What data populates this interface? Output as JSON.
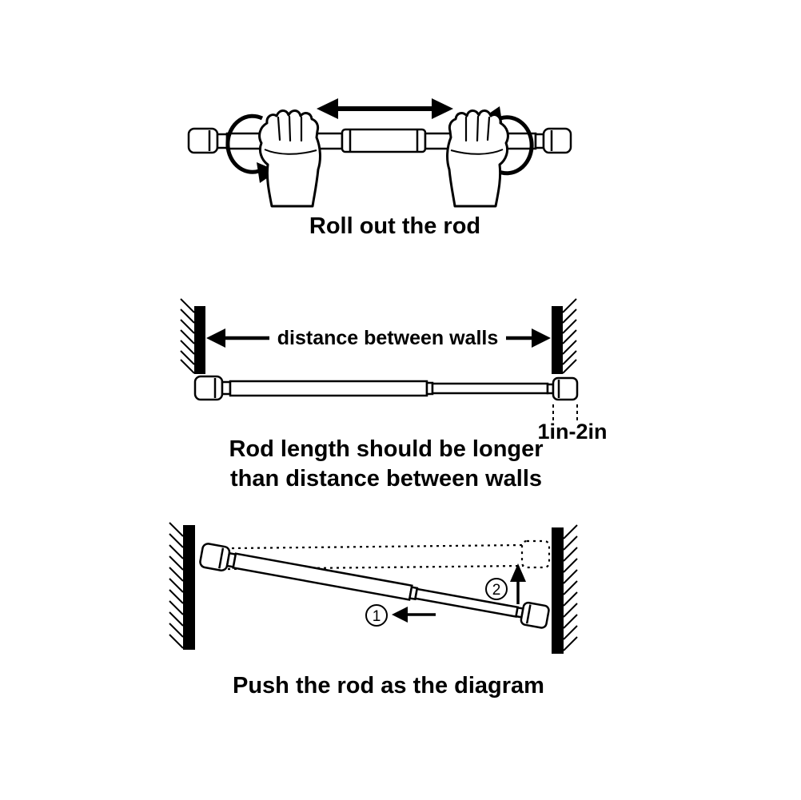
{
  "page": {
    "background": "#ffffff",
    "ink": "#000000"
  },
  "step1": {
    "caption": "Roll out the rod"
  },
  "step2": {
    "distance_label": "distance between walls",
    "overlap_label": "1in-2in",
    "caption_line1": "Rod length should be longer",
    "caption_line2": "than distance between walls"
  },
  "step3": {
    "marker1": "1",
    "marker2": "2",
    "caption": "Push the rod as the diagram"
  }
}
